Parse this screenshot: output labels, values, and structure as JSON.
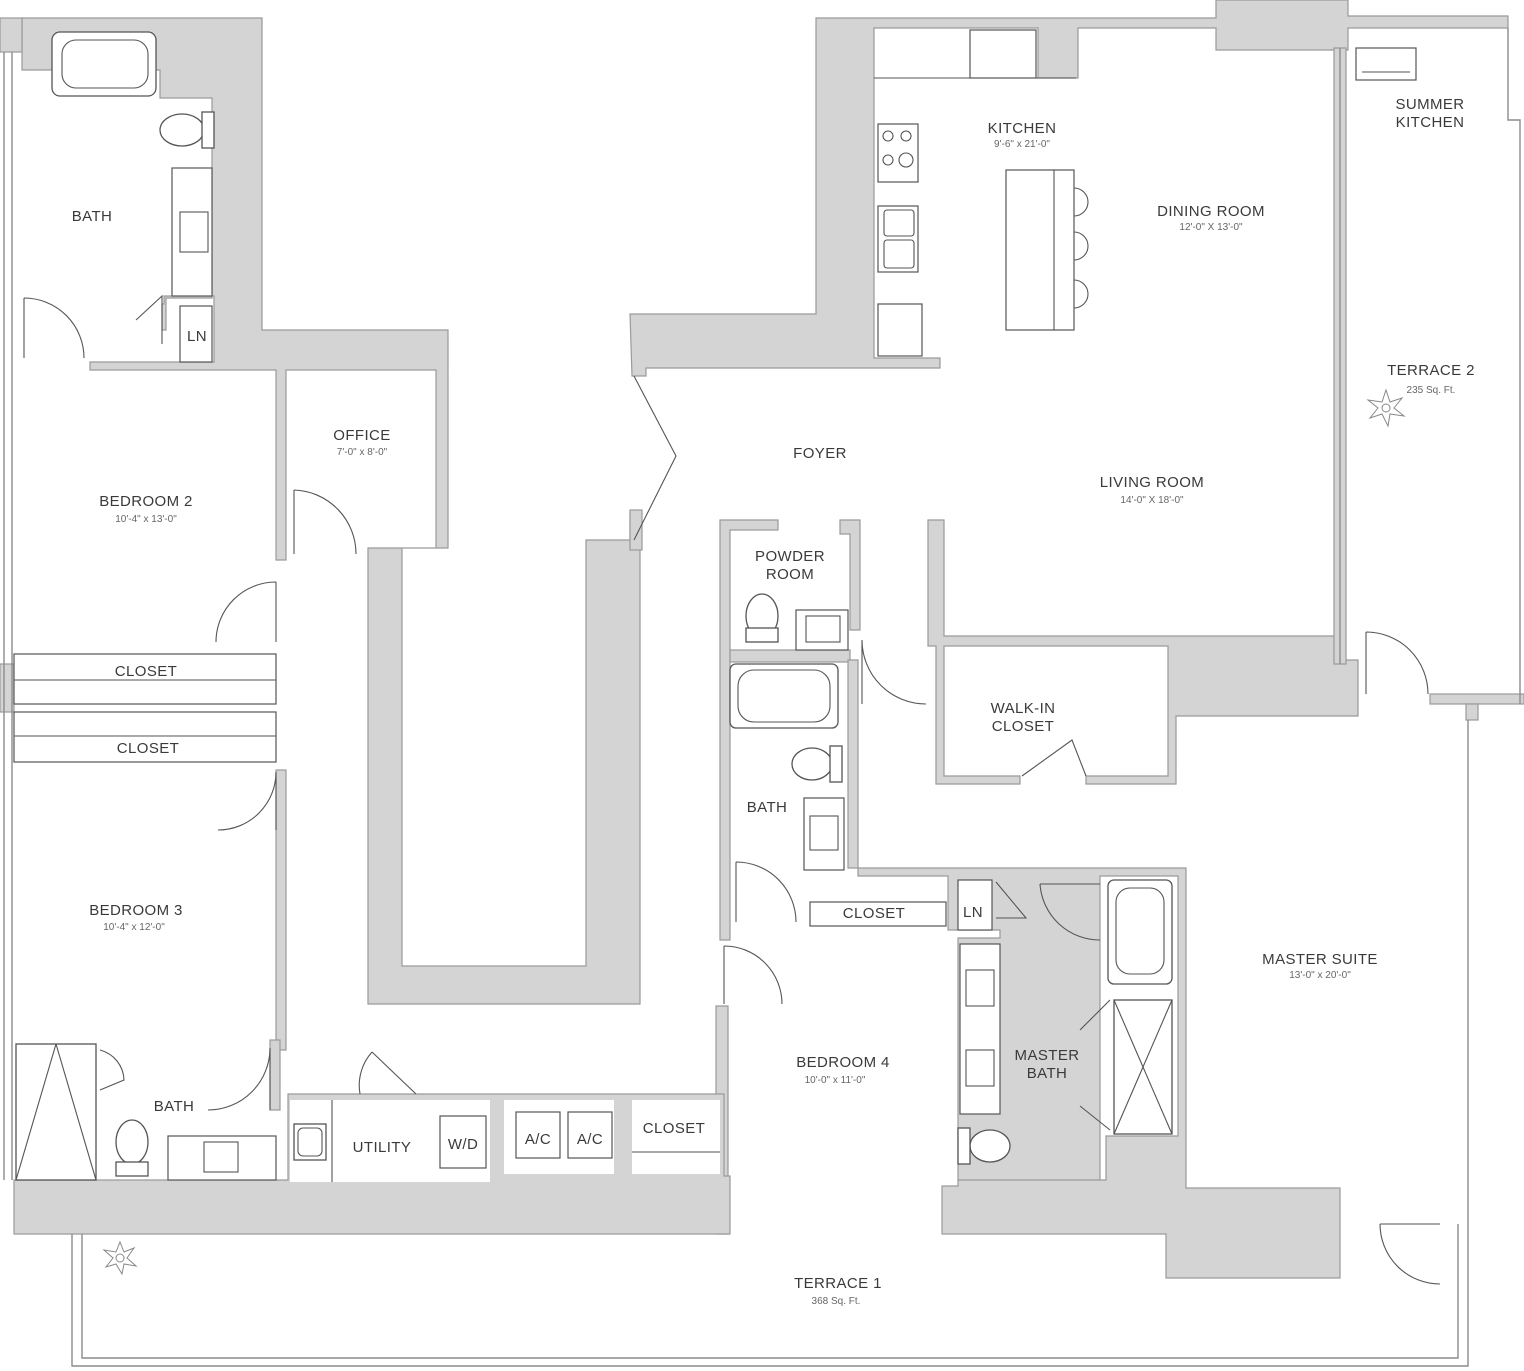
{
  "rooms": {
    "bath_top": {
      "name": "BATH"
    },
    "ln_top": {
      "name": "LN"
    },
    "bedroom2": {
      "name": "BEDROOM 2",
      "dim": "10'-4\" x 13'-0\""
    },
    "office": {
      "name": "OFFICE",
      "dim": "7'-0\" x 8'-0\""
    },
    "closet_1": {
      "name": "CLOSET"
    },
    "closet_2": {
      "name": "CLOSET"
    },
    "bedroom3": {
      "name": "BEDROOM 3",
      "dim": "10'-4\" x 12'-0\""
    },
    "bath_left": {
      "name": "BATH"
    },
    "utility": {
      "name": "UTILITY"
    },
    "wd": {
      "name": "W/D"
    },
    "ac1": {
      "name": "A/C"
    },
    "ac2": {
      "name": "A/C"
    },
    "closet_util": {
      "name": "CLOSET"
    },
    "kitchen": {
      "name": "KITCHEN",
      "dim": "9'-6\" x 21'-0\""
    },
    "dining": {
      "name": "DINING ROOM",
      "dim": "12'-0\" X 13'-0\""
    },
    "summer_kitchen": {
      "line1": "SUMMER",
      "line2": "KITCHEN"
    },
    "terrace2": {
      "name": "TERRACE 2",
      "dim": "235 Sq. Ft."
    },
    "foyer": {
      "name": "FOYER"
    },
    "living": {
      "name": "LIVING ROOM",
      "dim": "14'-0\" X 18'-0\""
    },
    "powder": {
      "line1": "POWDER",
      "line2": "ROOM"
    },
    "walkin": {
      "line1": "WALK-IN",
      "line2": "CLOSET"
    },
    "bath_mid": {
      "name": "BATH"
    },
    "closet_mid": {
      "name": "CLOSET"
    },
    "ln_mid": {
      "name": "LN"
    },
    "master_suite": {
      "name": "MASTER SUITE",
      "dim": "13'-0\" x 20'-0\""
    },
    "master_bath": {
      "line1": "MASTER",
      "line2": "BATH"
    },
    "bedroom4": {
      "name": "BEDROOM 4",
      "dim": "10'-0\" x 11'-0\""
    },
    "terrace1": {
      "name": "TERRACE 1",
      "dim": "368 Sq. Ft."
    }
  }
}
